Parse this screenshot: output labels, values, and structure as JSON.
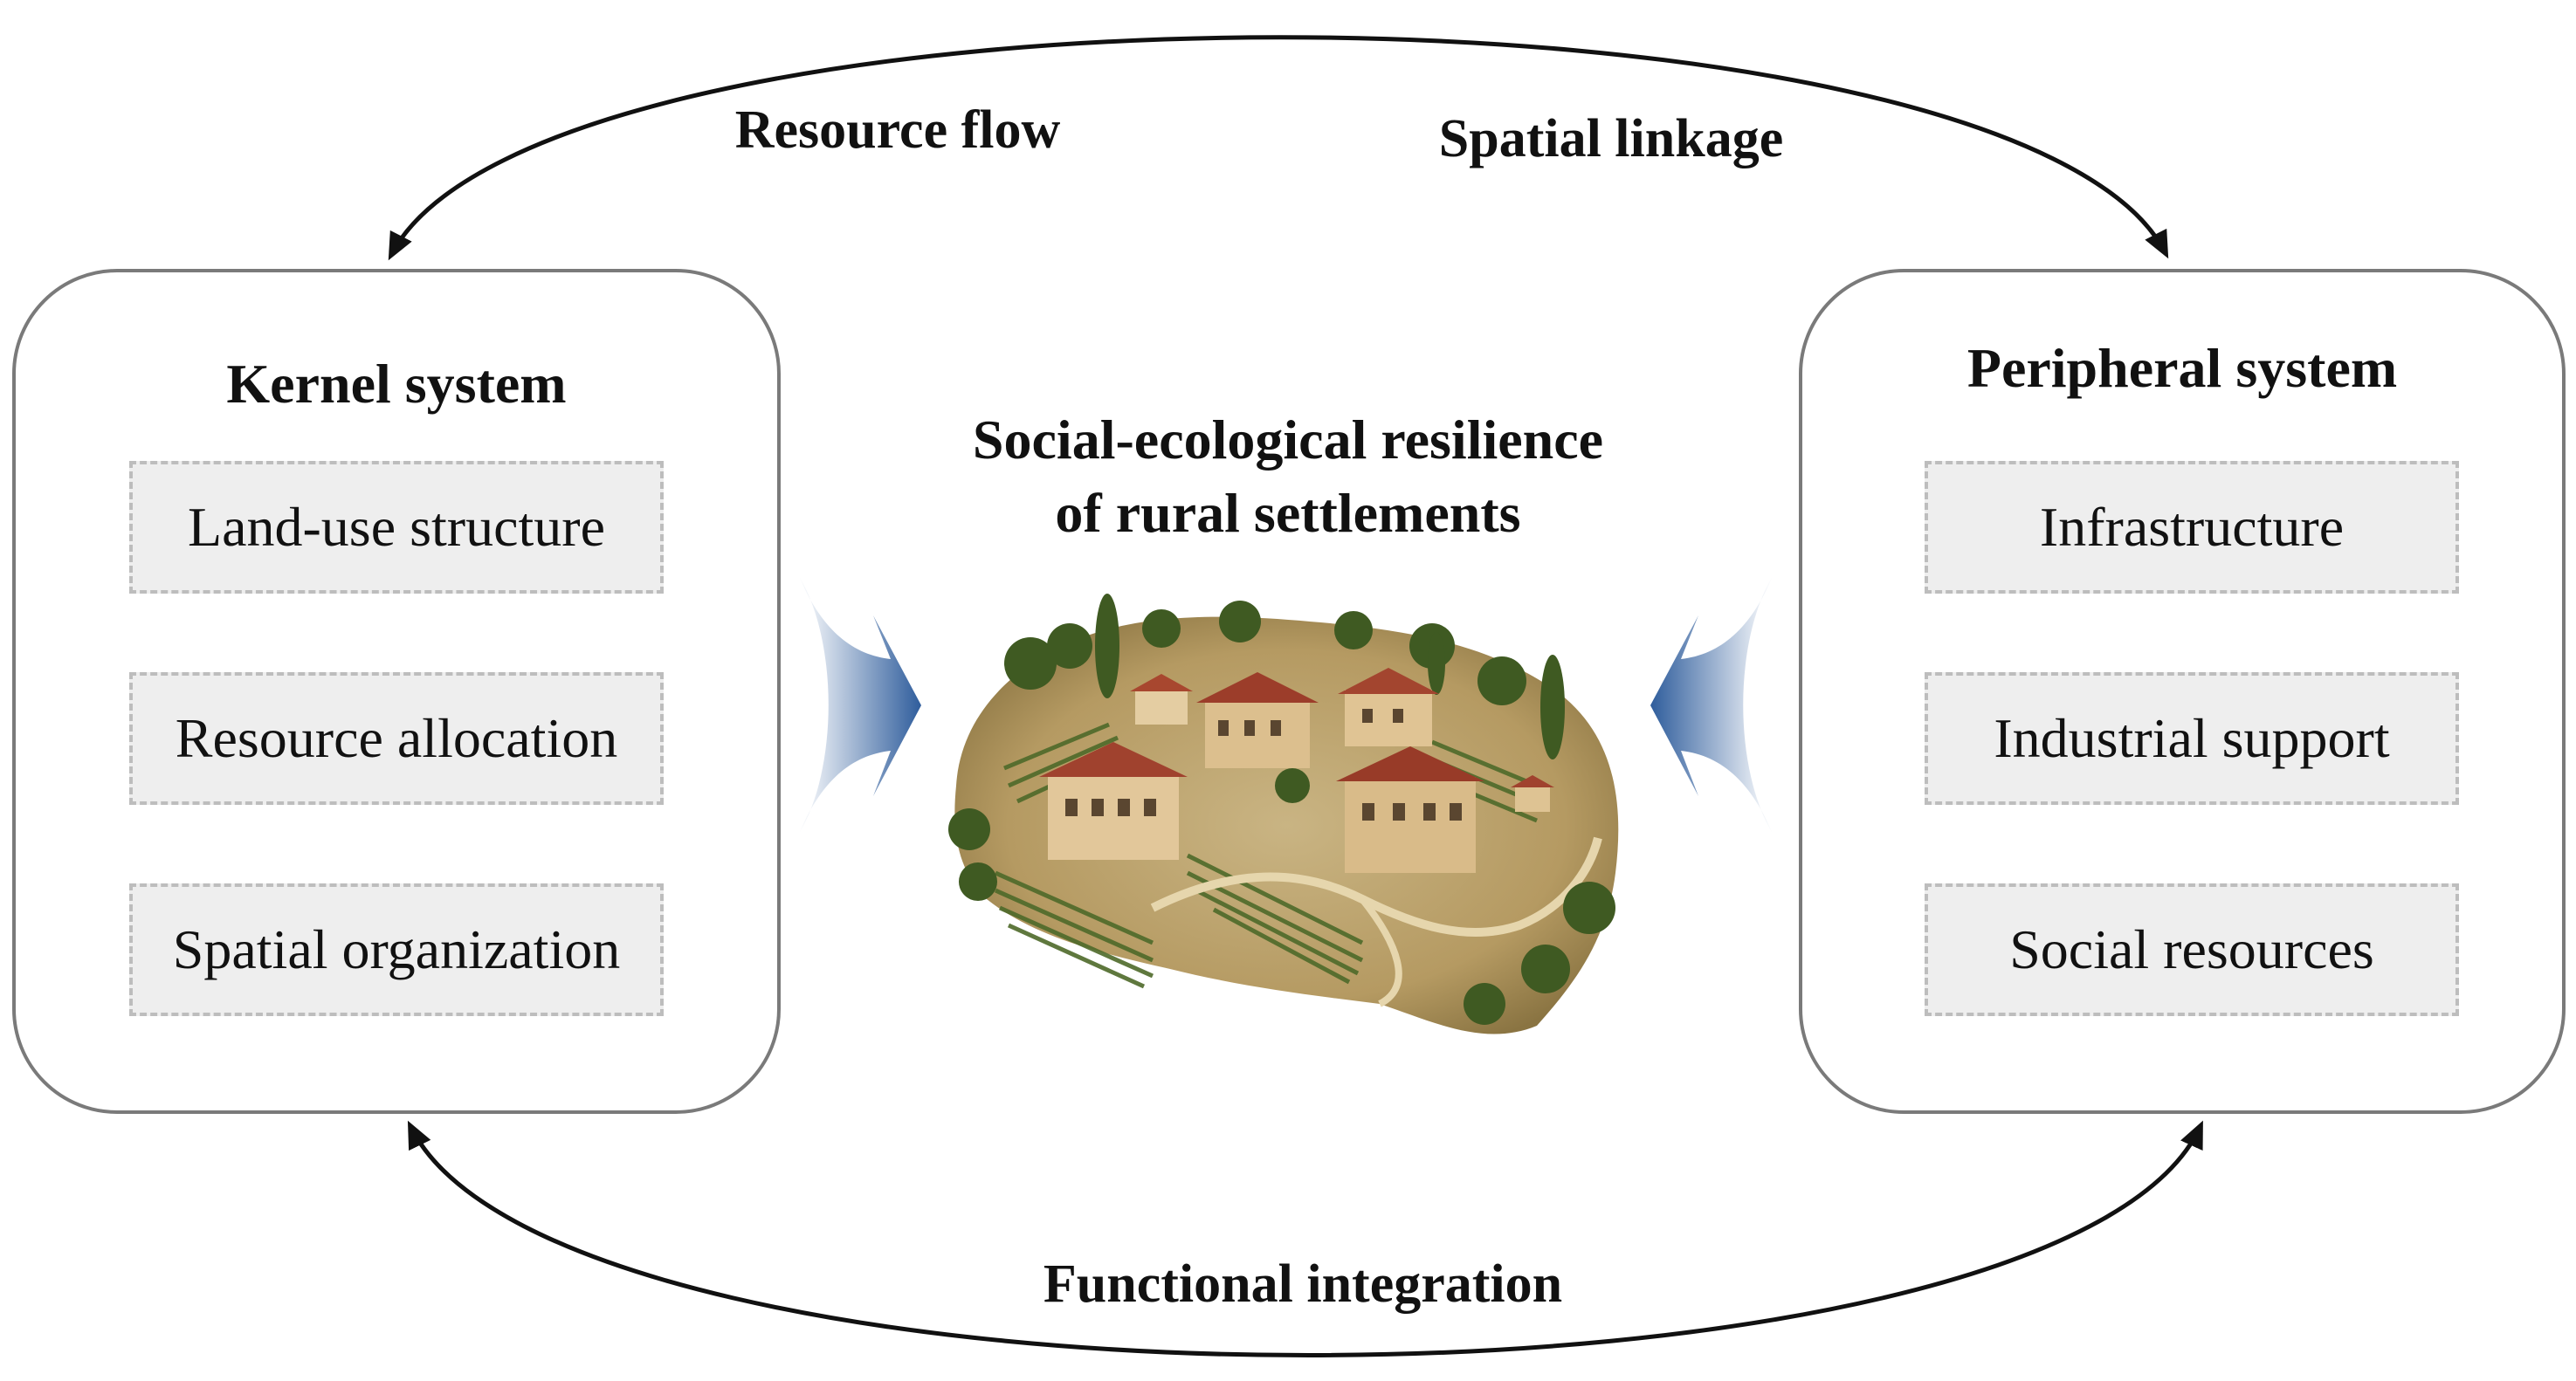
{
  "flows": {
    "top_left": "Resource flow",
    "top_right": "Spatial linkage",
    "bottom": "Functional integration"
  },
  "kernel": {
    "title": "Kernel system",
    "components": [
      "Land-use structure",
      "Resource allocation",
      "Spatial organization"
    ]
  },
  "peripheral": {
    "title": "Peripheral system",
    "components": [
      "Infrastructure",
      "Industrial support",
      "Social resources"
    ]
  },
  "center": {
    "title_line1": "Social-ecological resilience",
    "title_line2": "of rural settlements",
    "illustration": "rural-village-illustration"
  },
  "colors": {
    "box_border": "#7a7a7a",
    "component_fill": "#eeeeee",
    "component_border": "#bdbdbd",
    "arrow_blue": "#2f5d9c",
    "curve": "#111111"
  }
}
